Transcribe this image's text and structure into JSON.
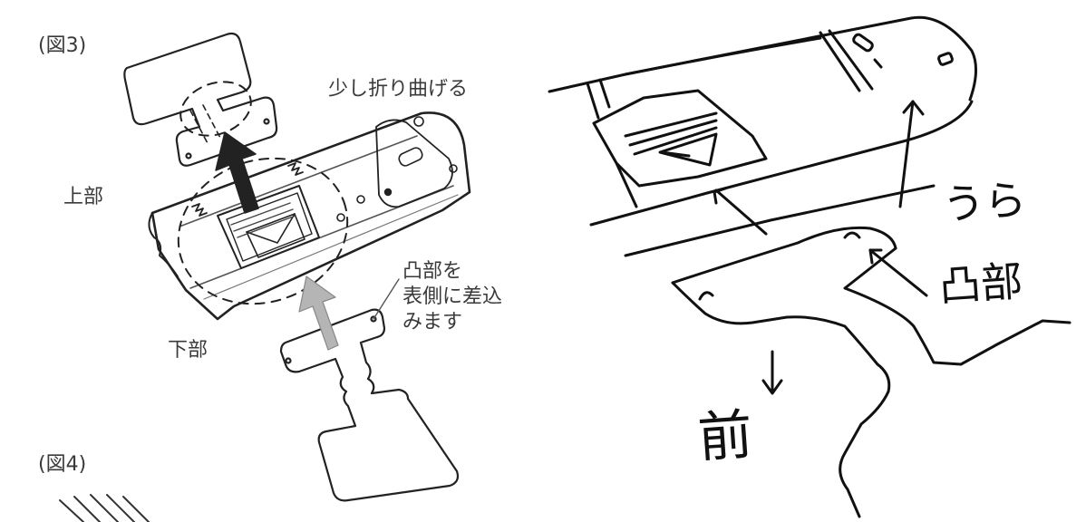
{
  "left_panel": {
    "fig3_label": "(図3)",
    "fold_note": "少し折り曲げる",
    "upper_label": "上部",
    "lower_label": "下部",
    "insert_note_lines": [
      "凸部を",
      "表側に差込",
      "みます"
    ],
    "fig4_label": "(図4)"
  },
  "right_panel": {
    "back_label": "うら",
    "convex_label": "凸部",
    "front_label": "前"
  }
}
